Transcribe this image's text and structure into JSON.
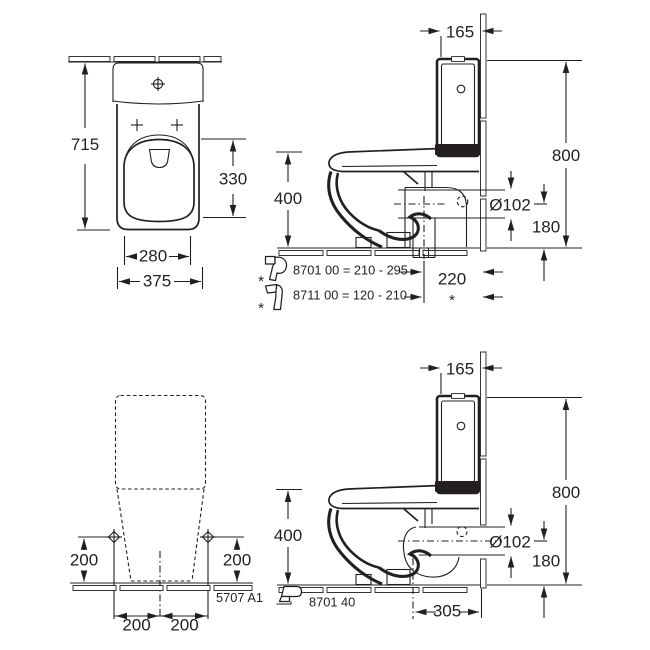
{
  "front_top": {
    "height": "715",
    "seat_width": "330",
    "bolt_spacing": "280",
    "width": "375"
  },
  "side_top": {
    "tank_depth": "165",
    "total_height": "800",
    "bowl_height": "400",
    "outlet_diameter": "Ø102",
    "outlet_center_height": "180",
    "outlet_to_wall": "220",
    "outlet_to_wall_variable": "*",
    "adapters": [
      {
        "marker": "*",
        "label": "8701 00 = 210 - 295"
      },
      {
        "marker": "*",
        "label": "8711 00 = 120 - 210"
      }
    ]
  },
  "front_bottom": {
    "fixing_height_left": "200",
    "fixing_height_right": "200",
    "fixing_spacing_left": "200",
    "fixing_spacing_right": "200",
    "model_number": "5707 A1"
  },
  "side_bottom": {
    "tank_depth": "165",
    "total_height": "800",
    "bowl_height": "400",
    "outlet_diameter": "Ø102",
    "outlet_center_height": "180",
    "outlet_to_wall": "305",
    "adapter_label": "8701 40"
  }
}
